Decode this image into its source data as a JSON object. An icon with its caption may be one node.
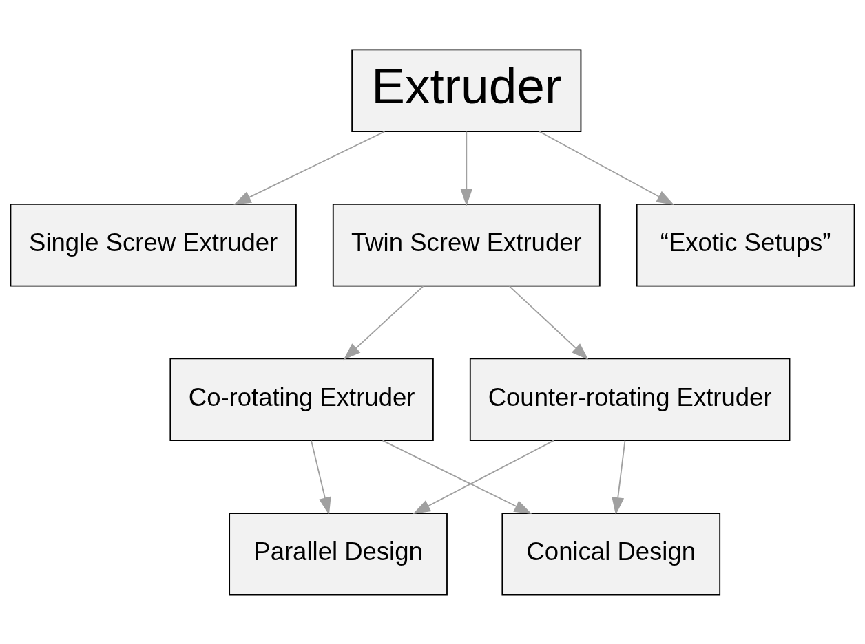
{
  "diagram": {
    "nodes": [
      {
        "text": [
          "Extruder"
        ]
      },
      {
        "text": [
          "Single Screw Extruder"
        ]
      },
      {
        "text": [
          "Twin Screw Extruder"
        ]
      },
      {
        "text": [
          "“Exotic Setups”"
        ]
      },
      {
        "text": [
          "Co-rotating Extruder"
        ]
      },
      {
        "text": [
          "Counter-rotating Extruder"
        ]
      },
      {
        "text": [
          "Parallel Design"
        ]
      },
      {
        "text": [
          "Conical Design"
        ]
      }
    ],
    "edges": [
      {
        "from": 0,
        "to": 1,
        "arrow": "to"
      },
      {
        "from": 0,
        "to": 2,
        "arrow": "to"
      },
      {
        "from": 0,
        "to": 3,
        "arrow": "to"
      },
      {
        "from": 2,
        "to": 4,
        "arrow": "to"
      },
      {
        "from": 2,
        "to": 5,
        "arrow": "to"
      },
      {
        "from": 4,
        "to": 6,
        "arrow": "to"
      },
      {
        "from": 4,
        "to": 7,
        "arrow": "to"
      },
      {
        "from": 5,
        "to": 6,
        "arrow": "to"
      },
      {
        "from": 5,
        "to": 7,
        "arrow": "to"
      }
    ]
  }
}
